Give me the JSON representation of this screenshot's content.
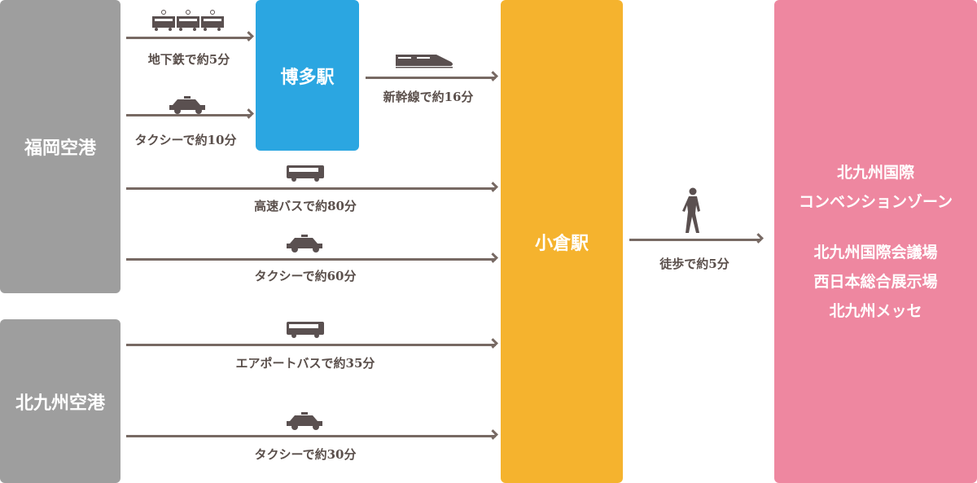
{
  "colors": {
    "airport": "#9e9e9e",
    "hakata": "#2ba6e1",
    "kokura": "#f5b32e",
    "venue": "#ee87a0",
    "arrow": "#776963",
    "text": "#5a4f4b"
  },
  "boxes": {
    "fukuoka_airport": "福岡空港",
    "kitakyushu_airport": "北九州空港",
    "hakata": "博多駅",
    "kokura": "小倉駅",
    "venue": {
      "line1": "北九州国際",
      "line2": "コンベンションゾーン",
      "line3": "北九州国際会議場",
      "line4": "西日本総合展示場",
      "line5": "北九州メッセ"
    }
  },
  "routes": [
    {
      "label": "地下鉄で約5分",
      "icon": "subway-icon"
    },
    {
      "label": "タクシーで約10分",
      "icon": "taxi-icon"
    },
    {
      "label": "新幹線で約16分",
      "icon": "shinkansen-icon"
    },
    {
      "label": "高速バスで約80分",
      "icon": "bus-icon"
    },
    {
      "label": "タクシーで約60分",
      "icon": "taxi-icon"
    },
    {
      "label": "エアポートバスで約35分",
      "icon": "bus-icon"
    },
    {
      "label": "タクシーで約30分",
      "icon": "taxi-icon"
    },
    {
      "label": "徒歩で約5分",
      "icon": "walking-person-icon"
    }
  ]
}
